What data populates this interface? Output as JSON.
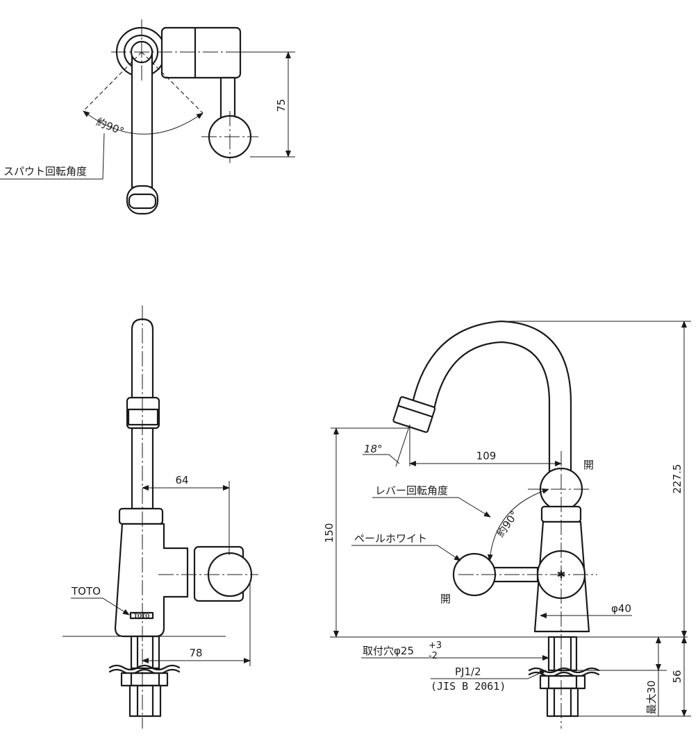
{
  "labels": {
    "spout_rotation": "スパウト回転角度",
    "approx_90_top": "約90°",
    "dim_75": "75",
    "dim_64": "64",
    "dim_78": "78",
    "toto": "TOTO",
    "toto_mark": "TOTO",
    "angle_18": "18°",
    "dim_109": "109",
    "open_top": "開",
    "lever_rotation": "レバー回転角度",
    "approx_90_side": "約90°",
    "pale_white": "ペールホワイト",
    "open_left": "開",
    "dim_150": "150",
    "dim_227_5": "227.5",
    "phi_40": "φ40",
    "mount_hole": "取付穴φ25",
    "tol_plus": "+3",
    "tol_minus": "-2",
    "pj": "PJ1/2",
    "jis": "(JIS B 2061)",
    "dim_56": "56",
    "max_30": "最大30"
  }
}
